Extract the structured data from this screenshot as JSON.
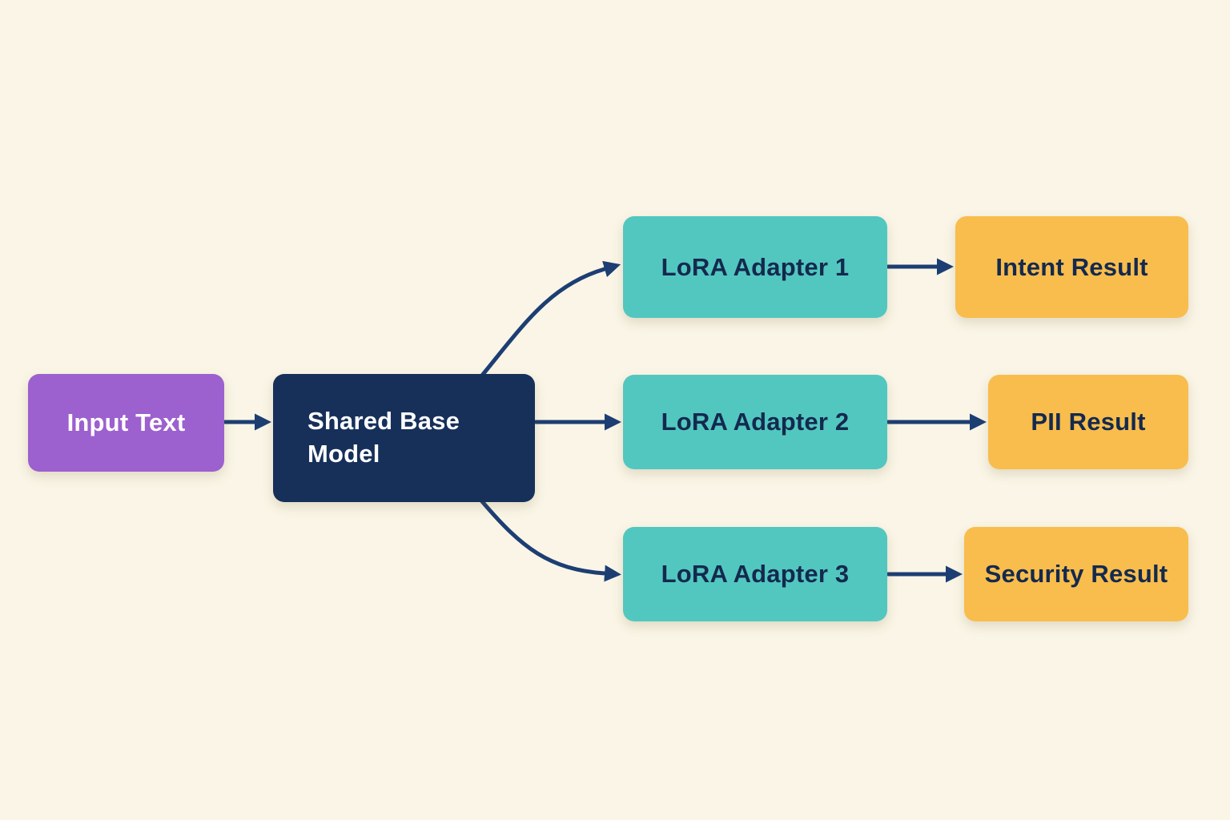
{
  "colors": {
    "background": "#FAF5E6",
    "node_input": "#9C60CF",
    "node_base": "#16305A",
    "node_adapter": "#52C7C0",
    "node_result": "#F8BD4C",
    "arrow": "#1C3E73",
    "text_light": "#FFFFFF",
    "text_dark": "#14294E"
  },
  "diagram": {
    "nodes": {
      "input": {
        "label": "Input Text"
      },
      "base": {
        "label": "Shared Base Model"
      },
      "adapter1": {
        "label": "LoRA Adapter 1"
      },
      "adapter2": {
        "label": "LoRA Adapter 2"
      },
      "adapter3": {
        "label": "LoRA Adapter 3"
      },
      "result1": {
        "label": "Intent Result"
      },
      "result2": {
        "label": "PII Result"
      },
      "result3": {
        "label": "Security Result"
      }
    },
    "edges": [
      {
        "from": "Input Text",
        "to": "Shared Base Model"
      },
      {
        "from": "Shared Base Model",
        "to": "LoRA Adapter 1"
      },
      {
        "from": "Shared Base Model",
        "to": "LoRA Adapter 2"
      },
      {
        "from": "Shared Base Model",
        "to": "LoRA Adapter 3"
      },
      {
        "from": "LoRA Adapter 1",
        "to": "Intent Result"
      },
      {
        "from": "LoRA Adapter 2",
        "to": "PII Result"
      },
      {
        "from": "LoRA Adapter 3",
        "to": "Security Result"
      }
    ]
  }
}
